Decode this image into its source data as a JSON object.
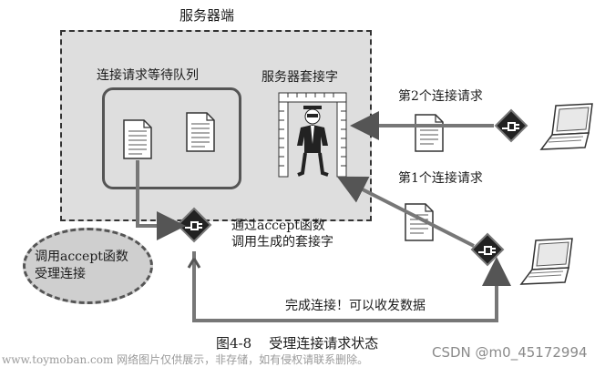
{
  "server_label": "服务器端",
  "queue_label": "连接请求等待队列",
  "server_socket_label": "服务器套接字",
  "request2_label": "第2个连接请求",
  "request1_label": "第1个连接请求",
  "accept_line1": "通过accept函数",
  "accept_line2": "调用生成的套接字",
  "blob_line1": "调用accept函数",
  "blob_line2": "受理连接",
  "complete_label": "完成连接！可以收发数据",
  "caption": "图4-8    受理连接请求状态",
  "watermark_left": "www.toymoban.com 网络图片仅供展示，非存储，如有侵权请联系删除。",
  "watermark_right": "CSDN @m0_45172994"
}
